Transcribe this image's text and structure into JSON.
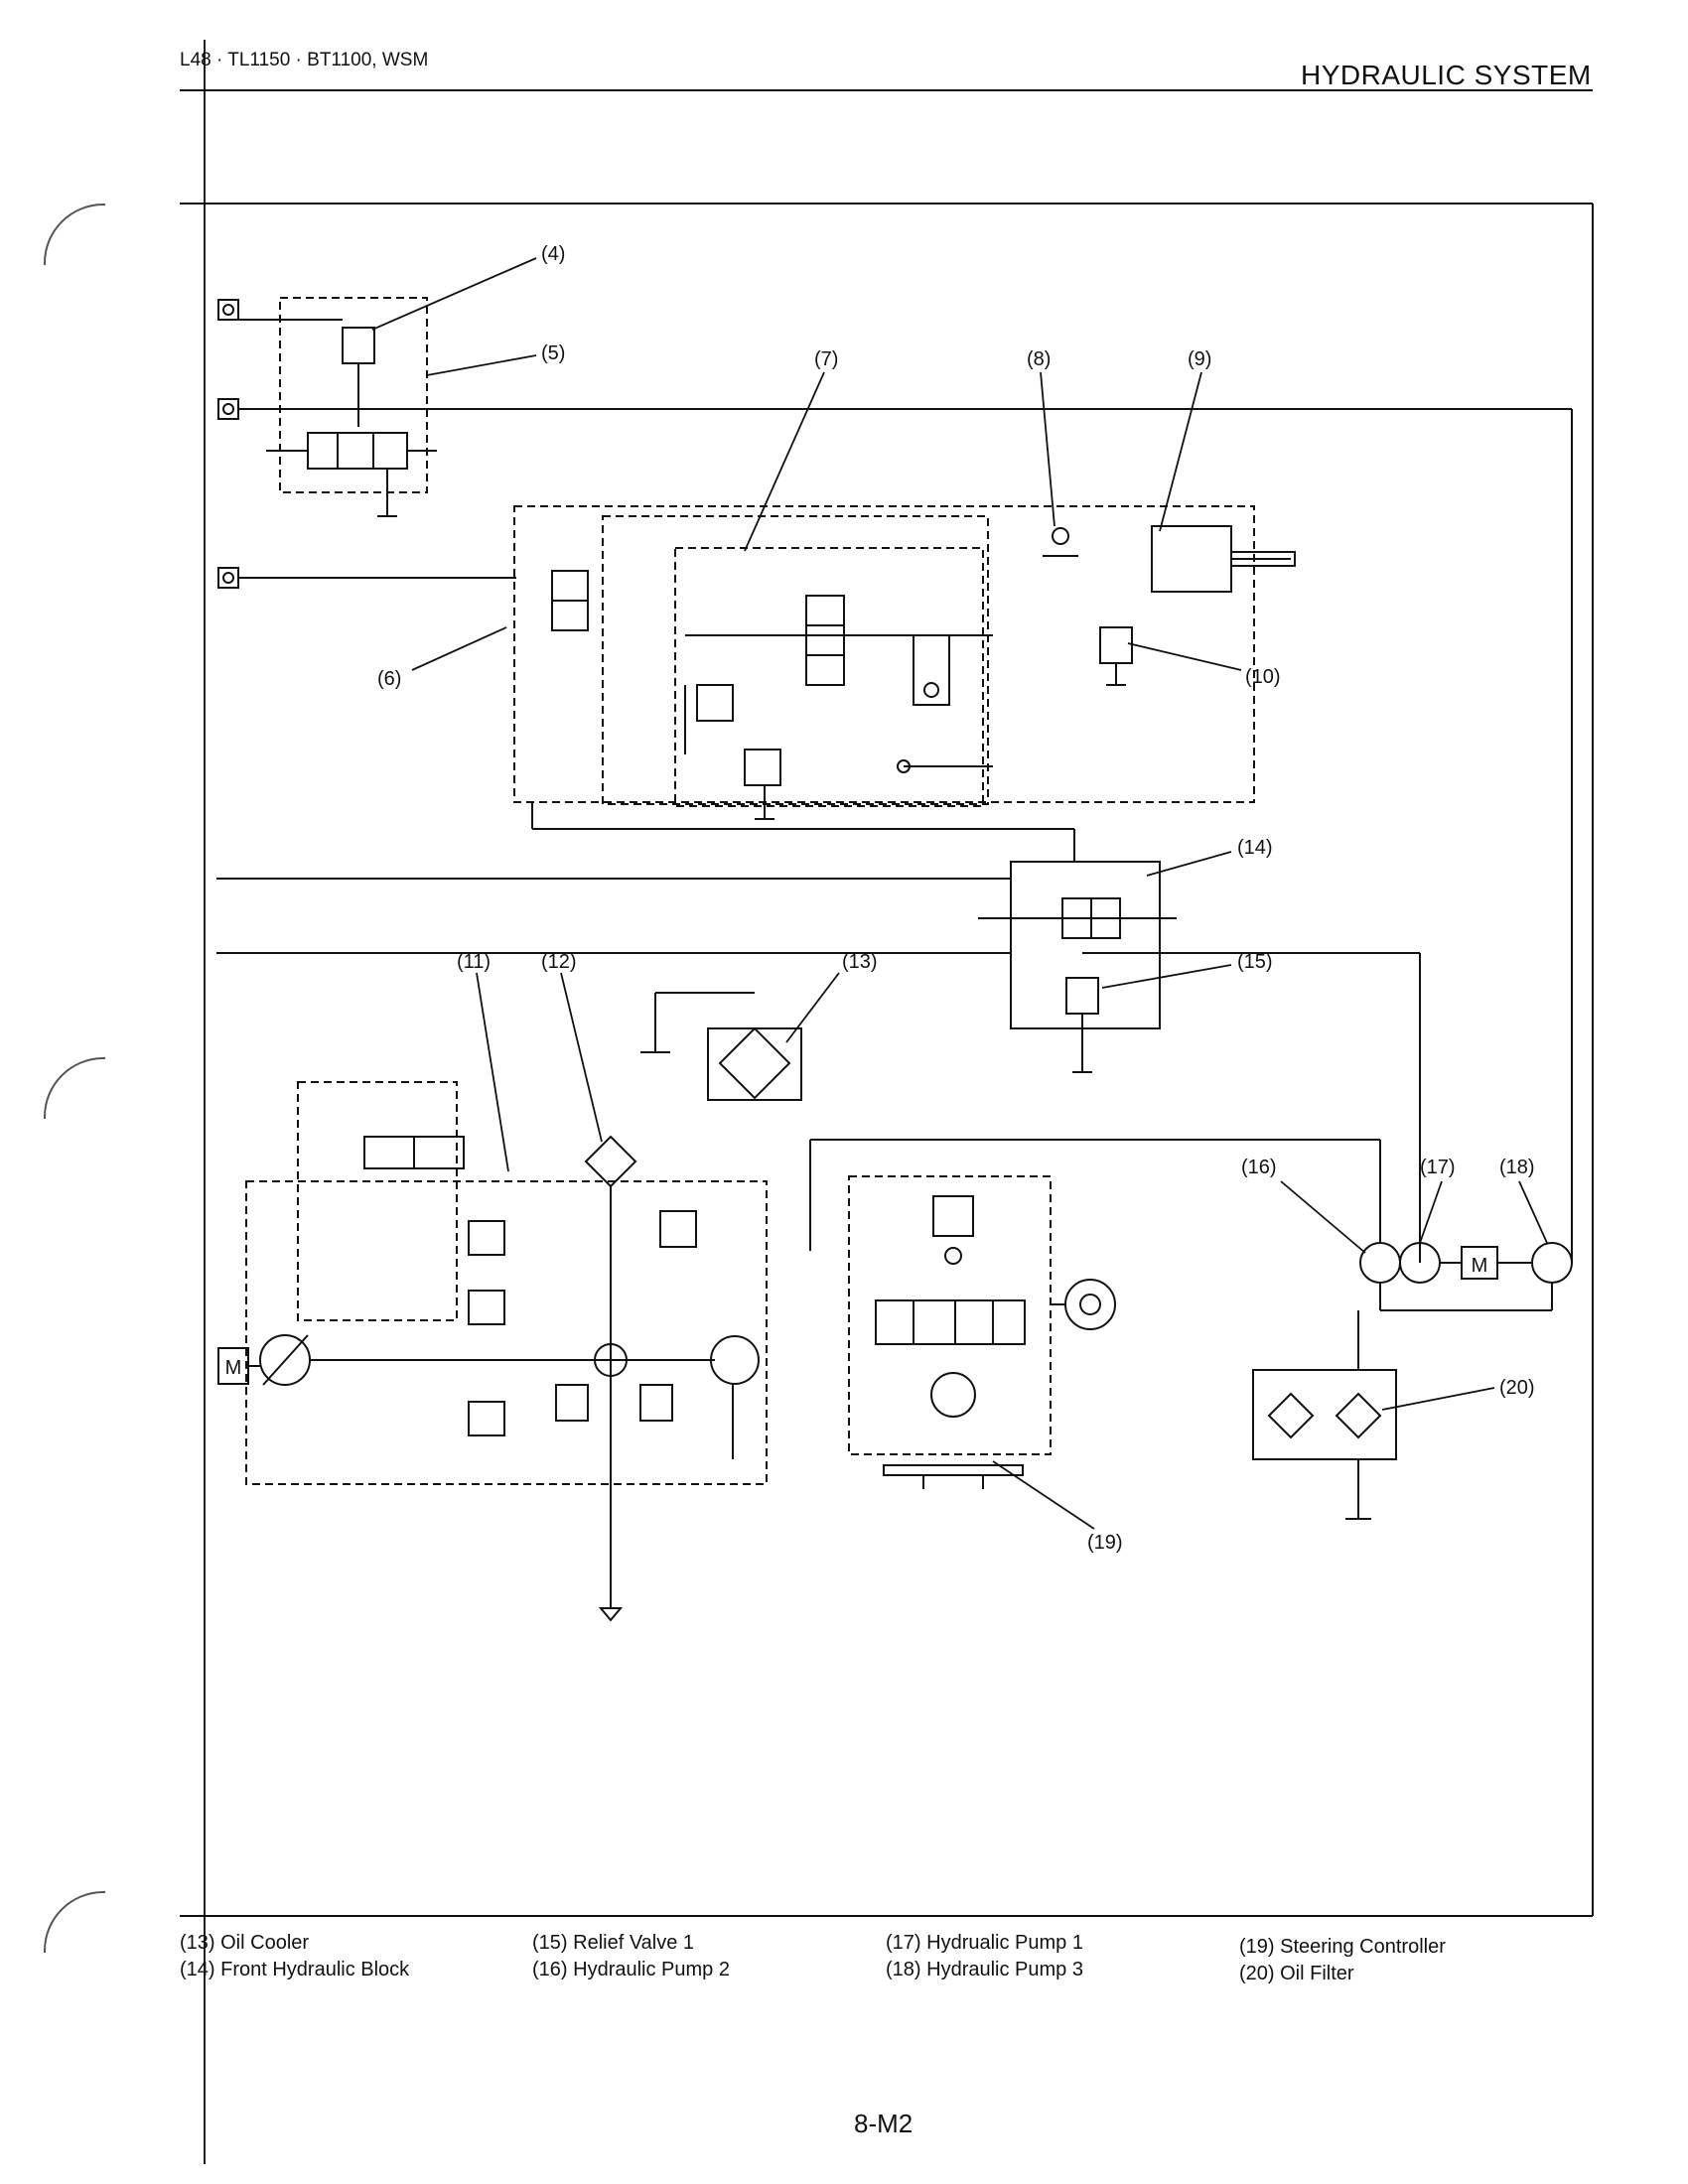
{
  "header": {
    "manual": "L48 · TL1150 · BT1100, WSM",
    "section": "HYDRAULIC SYSTEM"
  },
  "diagram": {
    "callouts": [
      "(4)",
      "(5)",
      "(6)",
      "(7)",
      "(8)",
      "(9)",
      "(10)",
      "(11)",
      "(12)",
      "(13)",
      "(14)",
      "(15)",
      "(16)",
      "(17)",
      "(18)",
      "(19)",
      "(20)"
    ],
    "motor_label": "M"
  },
  "legend": {
    "col1": [
      "(13) Oil Cooler",
      "(14) Front Hydraulic Block"
    ],
    "col2": [
      "(15) Relief Valve 1",
      "(16) Hydraulic Pump 2"
    ],
    "col3": [
      "(17) Hydrualic Pump 1",
      "(18) Hydraulic Pump 3"
    ],
    "col4": [
      "(19) Steering Controller",
      "(20) Oil Filter"
    ]
  },
  "footer": {
    "page": "8-M2"
  }
}
